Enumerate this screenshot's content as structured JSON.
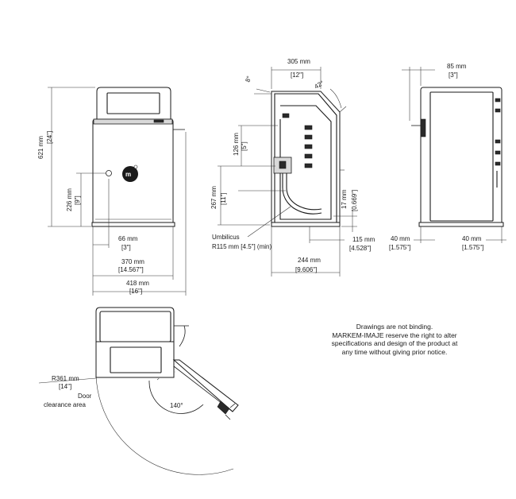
{
  "dimensions": {
    "height_621_mm": "621 mm",
    "height_24_in": "[24\"]",
    "h_226_mm": "226 mm",
    "h_9_in": "[9\"]",
    "w_66_mm": "66 mm",
    "w_3_in": "[3\"]",
    "w_370_mm": "370 mm",
    "w_14567_in": "[14.567\"]",
    "w_418_mm": "418 mm",
    "w_16_in": "[16\"]",
    "side_305_mm": "305 mm",
    "side_12_in": "[12\"]",
    "angle_8": "8°",
    "angle_42": "42°",
    "h_126_mm": "126 mm",
    "h_5_in": "[5\"]",
    "h_267_mm": "267 mm",
    "h_11_in": "[11\"]",
    "h_17_mm": "17 mm",
    "h_0669_in": "[0.669\"]",
    "umbilicus_label": "Umbilicus",
    "umbilicus_radius": "R115 mm [4.5\"] (min)",
    "w_244_mm": "244 mm",
    "w_9606_in": "[9.606\"]",
    "w_115_mm": "115 mm",
    "w_4528_in": "[4.528\"]",
    "back_85_mm": "85 mm",
    "back_3_in": "[3\"]",
    "back_40_mm_left": "40 mm",
    "back_1575_in_left": "[1.575\"]",
    "back_40_mm_right": "40 mm",
    "back_1575_in_right": "[1.575\"]",
    "top_r361_mm": "R361 mm",
    "top_14_in": "[14\"]",
    "door_clearance_line1": "Door",
    "door_clearance_line2": "clearance area",
    "door_angle": "140°"
  },
  "notice": {
    "line1": "Drawings are not binding.",
    "line2": "MARKEM-IMAJE reserve the right to alter",
    "line3": "specifications and design of the product at",
    "line4": "any time without giving prior notice."
  },
  "icons": {
    "brand_logo": "markem-imaje-logo-icon"
  }
}
